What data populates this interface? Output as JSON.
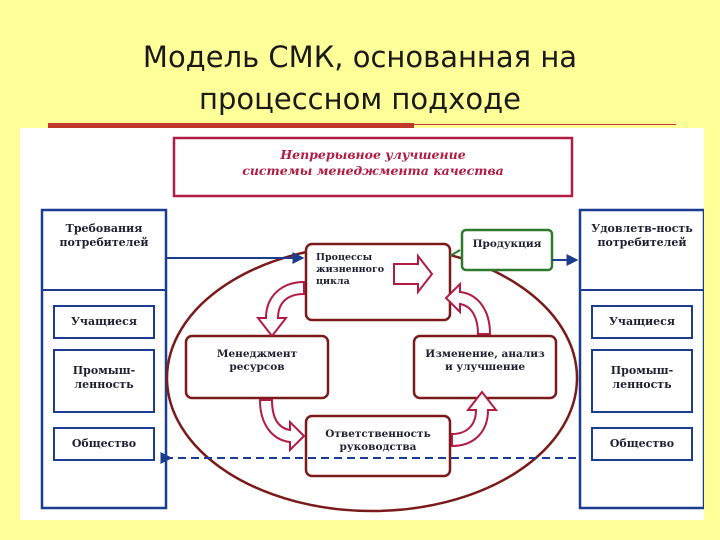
{
  "slide": {
    "title_line1": "Модель СМК, основанная на",
    "title_line2": "процессном подходе"
  },
  "diagram": {
    "improvement_line1": "Непрерывное улучшение",
    "improvement_line2": "системы менеджмента качества",
    "left_header_line1": "Требования",
    "left_header_line2": "потребителей",
    "right_header_line1": "Удовлетв-ность",
    "right_header_line2": "потребителей",
    "stakeholders": {
      "students": "Учащиеся",
      "industry_line1": "Промыш-",
      "industry_line2": "ленность",
      "society": "Общество"
    },
    "processes": {
      "lifecycle_line1": "Процессы",
      "lifecycle_line2": "жизненного",
      "lifecycle_line3": "цикла",
      "product": "Продукция",
      "resources_line1": "Менеджмент",
      "resources_line2": "ресурсов",
      "analysis_line1": "Изменение, анализ",
      "analysis_line2": "и улучшение",
      "leadership_line1": "Ответственность",
      "leadership_line2": "руководства"
    }
  },
  "colors": {
    "background": "#ffff99",
    "accent_red": "#c0392b",
    "box_border_blue": "#1a3d8f",
    "box_border_maroon": "#7a1a1a",
    "box_border_green": "#2d7a2d",
    "improvement_text": "#b01c44"
  }
}
